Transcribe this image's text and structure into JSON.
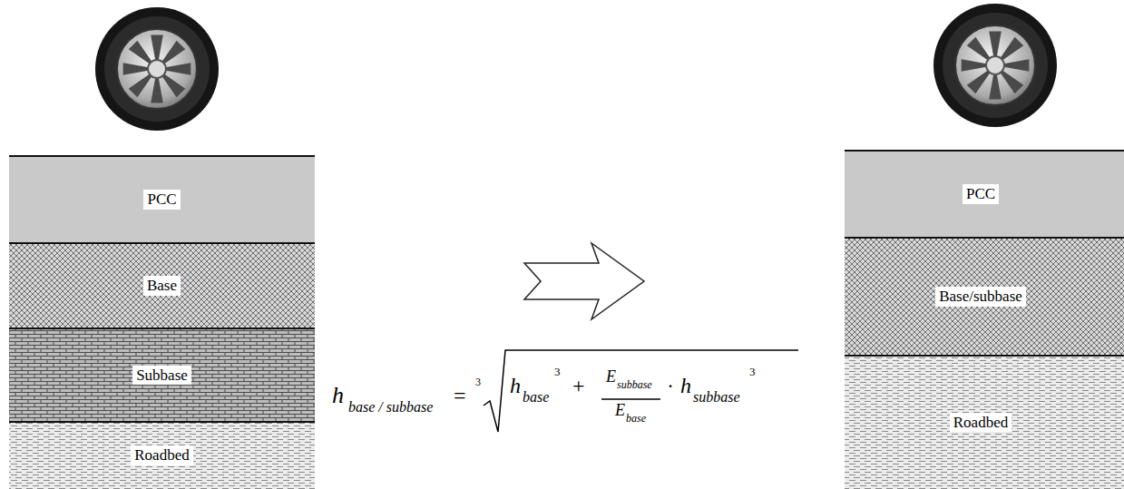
{
  "diagram": {
    "nodes": [
      {
        "text": [
          "PCC"
        ]
      },
      {
        "text": [
          "Base"
        ]
      },
      {
        "text": [
          "Subbase"
        ]
      },
      {
        "text": [
          "Roadbed"
        ]
      },
      {
        "text": [
          "PCC"
        ]
      },
      {
        "text": [
          "Base/subbase"
        ]
      },
      {
        "text": [
          "Roadbed"
        ]
      }
    ],
    "labels": [
      "h",
      "base / subbase",
      "=",
      "3",
      "h",
      "base",
      "3",
      "+",
      "E",
      "subbase",
      "E",
      "base",
      "·",
      "h",
      "subbase",
      "3"
    ]
  }
}
